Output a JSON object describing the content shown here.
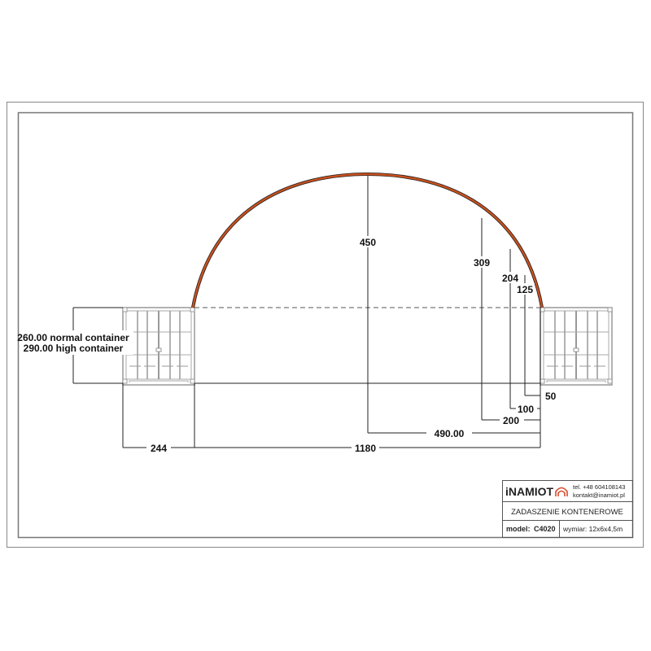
{
  "drawing": {
    "colors": {
      "arch": "#c8501e",
      "line": "#222222",
      "frame": "#888888",
      "container": "#999999"
    },
    "dimensions": {
      "arch_height": "450",
      "h1": "309",
      "h2": "204",
      "h3": "125",
      "d_50": "50",
      "d_100": "100",
      "d_200": "200",
      "half_span": "490.00",
      "container_width": "244",
      "span": "1180",
      "container_height_line1": "260.00 normal container",
      "container_height_line2": "290.00 high container"
    }
  },
  "title_block": {
    "logo": "iNAMIOT",
    "phone": "tel. +48 604108143",
    "email": "kontakt@inamiot.pl",
    "title": "ZADASZENIE KONTENEROWE",
    "model_label": "model:",
    "model_value": "C4020",
    "size": "wymiar: 12x6x4,5m"
  }
}
